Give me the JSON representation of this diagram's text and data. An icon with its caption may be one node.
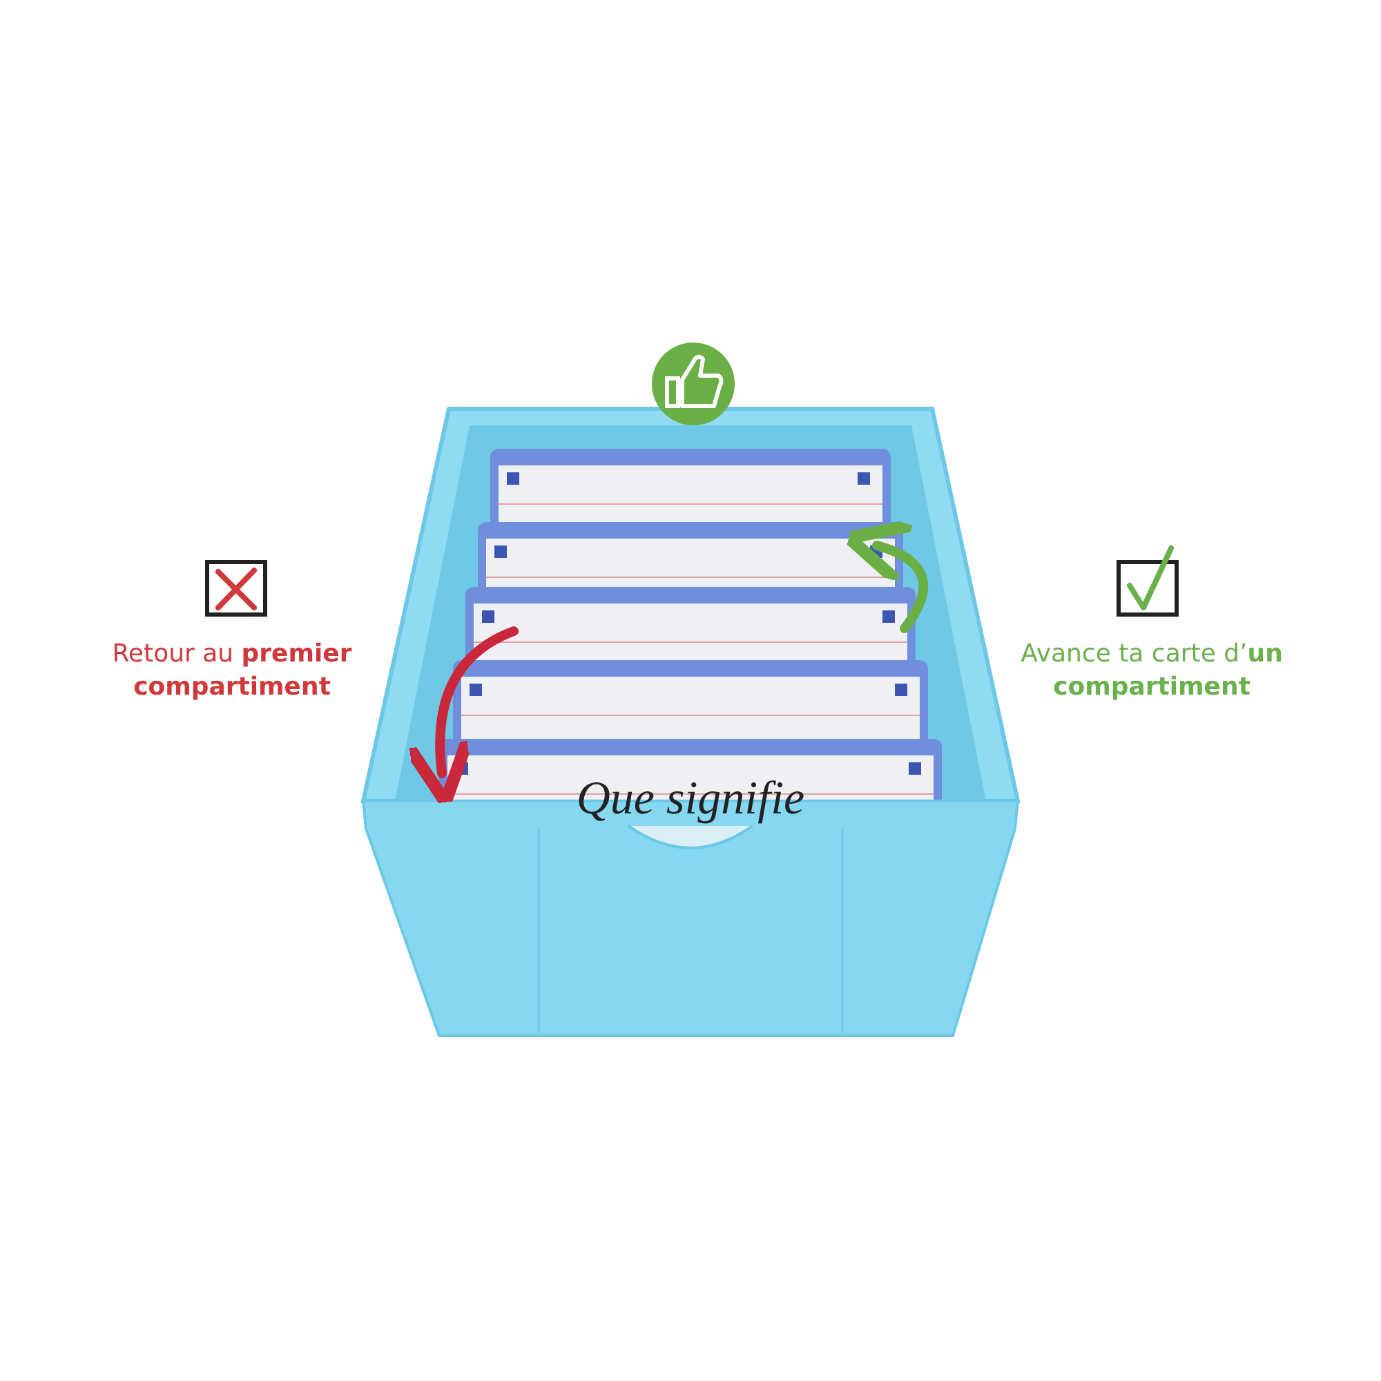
{
  "diagram": {
    "labels": [
      "Retour au **premier compartiment**",
      "Que signifie",
      "Avance ta carte d’**un compartiment**"
    ]
  }
}
